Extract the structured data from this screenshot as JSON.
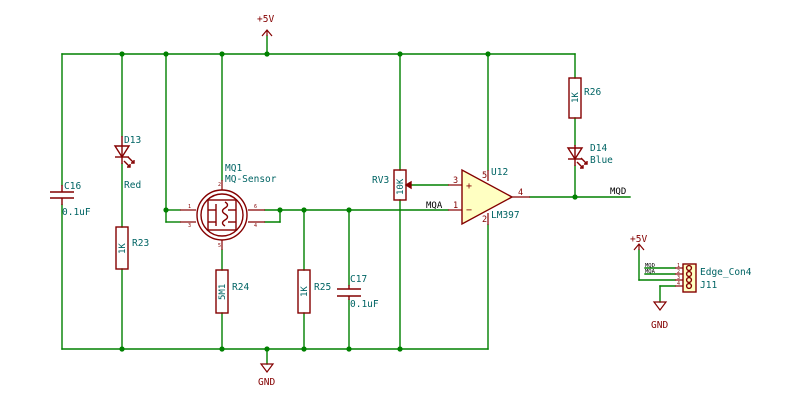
{
  "power": {
    "vcc": "+5V",
    "gnd": "GND"
  },
  "c16": {
    "ref": "C16",
    "value": "0.1uF"
  },
  "d13": {
    "ref": "D13",
    "value": "Red"
  },
  "r23": {
    "ref": "R23",
    "value": "1K"
  },
  "mq1": {
    "ref": "MQ1",
    "value": "MQ-Sensor",
    "pins": [
      "1",
      "2",
      "3",
      "4",
      "5",
      "6"
    ]
  },
  "r24": {
    "ref": "R24",
    "value": "5M1"
  },
  "r25": {
    "ref": "R25",
    "value": "1K"
  },
  "c17": {
    "ref": "C17",
    "value": "0.1uF"
  },
  "rv3": {
    "ref": "RV3",
    "value": "10K"
  },
  "u12": {
    "ref": "U12",
    "value": "LM397",
    "pins": {
      "in_plus": "3",
      "in_minus": "1",
      "vcc": "5",
      "gnd": "2",
      "out": "4"
    },
    "plus": "+",
    "minus": "−"
  },
  "r26": {
    "ref": "R26",
    "value": "1K"
  },
  "d14": {
    "ref": "D14",
    "value": "Blue"
  },
  "nets": {
    "mqa": "MQA",
    "mqd": "MQD"
  },
  "j11": {
    "ref": "J11",
    "value": "Edge_Con4",
    "pins": [
      "1",
      "2",
      "3",
      "4"
    ],
    "net_mqd": "MQD",
    "net_mqa": "MQA"
  }
}
